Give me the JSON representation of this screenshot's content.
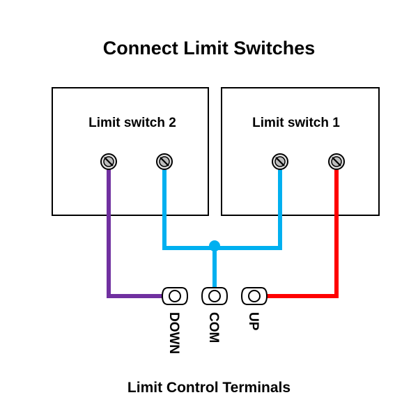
{
  "title": "Connect Limit Switches",
  "switches": [
    {
      "label": "Limit switch 2"
    },
    {
      "label": "Limit switch 1"
    }
  ],
  "terminals": [
    {
      "label": "DOWN"
    },
    {
      "label": "COM"
    },
    {
      "label": "UP"
    }
  ],
  "caption": "Limit Control Terminals",
  "colors": {
    "wire_down": "#7030a0",
    "wire_com": "#00b0f0",
    "wire_up": "#ff0000",
    "outline": "#000000"
  }
}
